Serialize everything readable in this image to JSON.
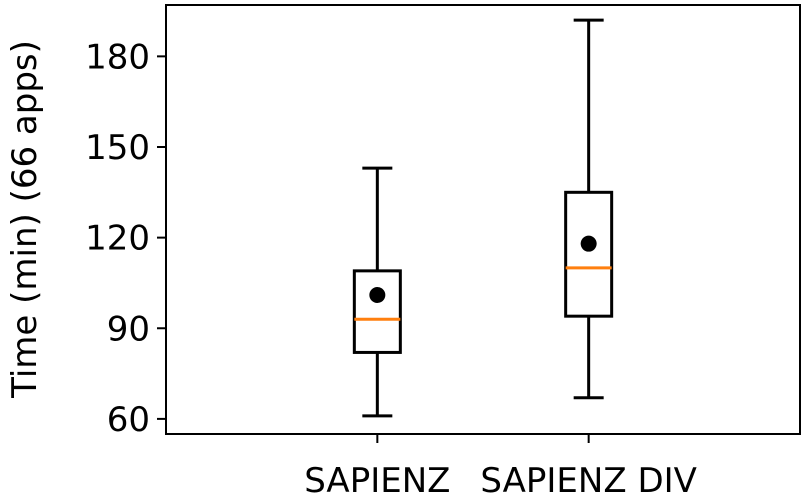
{
  "chart_data": {
    "type": "box",
    "ylabel": "Time (min) (66 apps)",
    "xlabel": "",
    "title": "",
    "ylim": [
      55,
      197
    ],
    "yticks": [
      60,
      90,
      120,
      150,
      180
    ],
    "categories": [
      "SAPIENZ",
      "SAPIENZ DIV"
    ],
    "boxes": [
      {
        "label": "SAPIENZ",
        "whisker_low": 61,
        "q1": 82,
        "median": 93,
        "q3": 109,
        "whisker_high": 143,
        "mean": 101
      },
      {
        "label": "SAPIENZ DIV",
        "whisker_low": 67,
        "q1": 94,
        "median": 110,
        "q3": 135,
        "whisker_high": 192,
        "mean": 118
      }
    ],
    "grid": false,
    "colors": {
      "median": "#ff7f0e",
      "box": "#000000",
      "mean": "#000000"
    }
  }
}
